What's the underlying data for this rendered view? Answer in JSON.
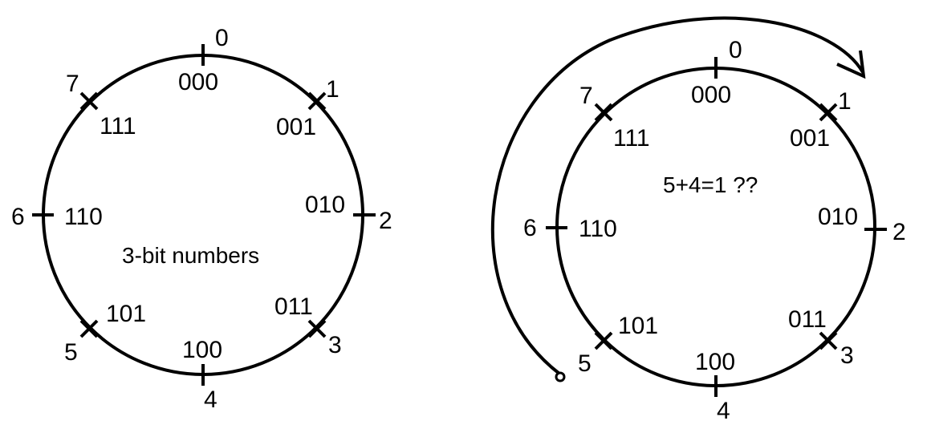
{
  "colors": {
    "ink": "#000000",
    "background": "#ffffff"
  },
  "left_diagram": {
    "caption": "3-bit numbers",
    "positions": [
      {
        "decimal": "0",
        "binary": "000"
      },
      {
        "decimal": "1",
        "binary": "001"
      },
      {
        "decimal": "2",
        "binary": "010"
      },
      {
        "decimal": "3",
        "binary": "011"
      },
      {
        "decimal": "4",
        "binary": "100"
      },
      {
        "decimal": "5",
        "binary": "101"
      },
      {
        "decimal": "6",
        "binary": "110"
      },
      {
        "decimal": "7",
        "binary": "111"
      }
    ]
  },
  "right_diagram": {
    "caption": "5+4=1 ??",
    "positions": [
      {
        "decimal": "0",
        "binary": "000"
      },
      {
        "decimal": "1",
        "binary": "001"
      },
      {
        "decimal": "2",
        "binary": "010"
      },
      {
        "decimal": "3",
        "binary": "011"
      },
      {
        "decimal": "4",
        "binary": "100"
      },
      {
        "decimal": "5",
        "binary": "101"
      },
      {
        "decimal": "6",
        "binary": "110"
      },
      {
        "decimal": "7",
        "binary": "111"
      }
    ],
    "arrow": {
      "from": "5",
      "steps": 4,
      "direction": "clockwise"
    }
  }
}
